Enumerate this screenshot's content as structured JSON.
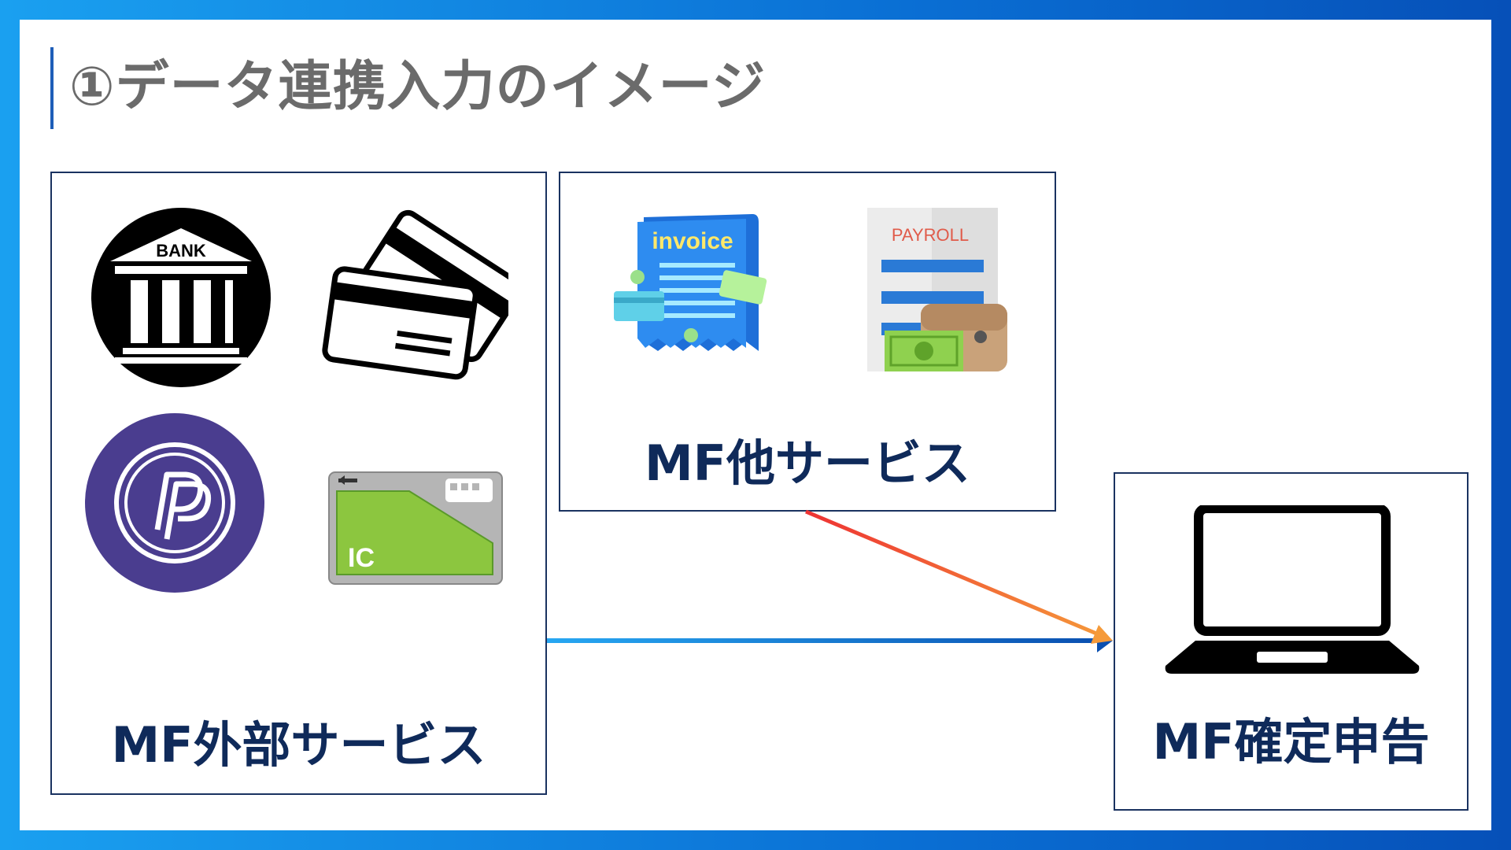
{
  "title": "①データ連携入力のイメージ",
  "boxes": {
    "external": {
      "label": "MF外部サービス"
    },
    "other": {
      "label": "MF他サービス"
    },
    "filing": {
      "label": "MF確定申告"
    }
  },
  "icon_text": {
    "bank": "BANK",
    "invoice": "invoice",
    "payroll": "PAYROLL",
    "ic_card": "IC"
  },
  "icons": {
    "external": [
      "bank-icon",
      "credit-cards-icon",
      "paypay-icon",
      "ic-card-icon"
    ],
    "other": [
      "invoice-icon",
      "payroll-icon"
    ],
    "filing": [
      "laptop-icon"
    ]
  },
  "colors": {
    "background_gradient": [
      "#1aa0f0",
      "#0650b8"
    ],
    "box_border": "#1a3260",
    "label_text": "#0f2a5a",
    "title_text": "#6b6b6b",
    "arrow_blue": [
      "#27a7f2",
      "#0a4fb0"
    ],
    "arrow_orange": [
      "#ee3333",
      "#f59a3a"
    ]
  },
  "arrows": [
    {
      "from": "external",
      "to": "filing",
      "color": "blue"
    },
    {
      "from": "other",
      "to": "filing",
      "color": "orange"
    }
  ]
}
